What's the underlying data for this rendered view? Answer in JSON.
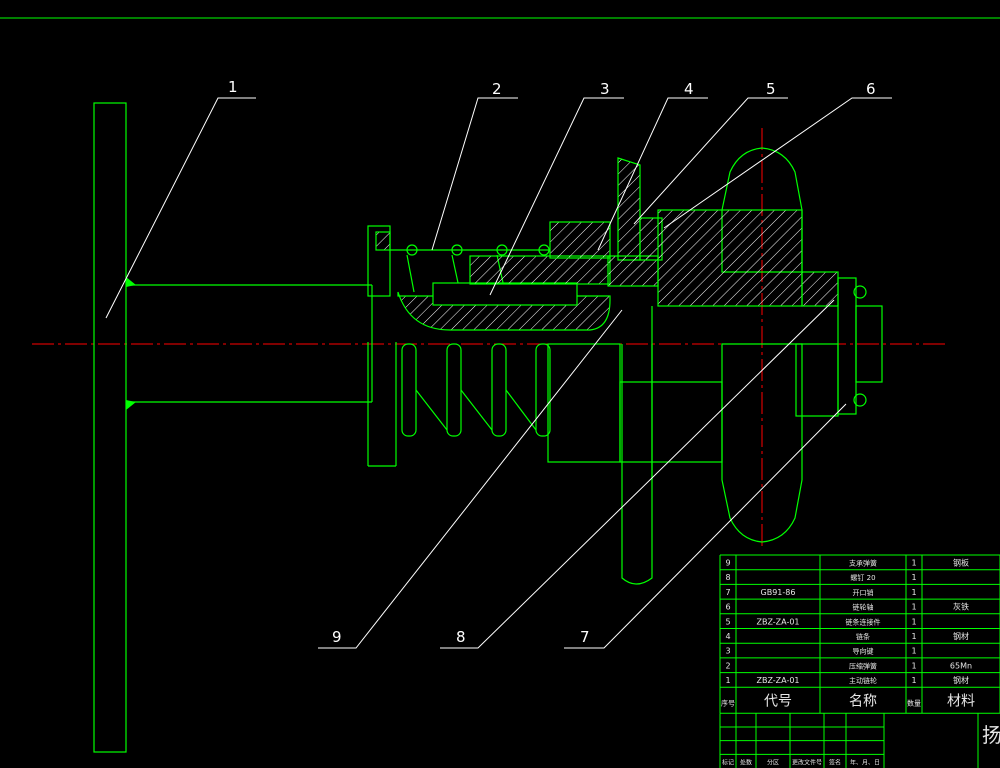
{
  "colors": {
    "background": "#000000",
    "part_outline": "#00ff00",
    "hatch": "#ffffff",
    "leader": "#ffffff",
    "centerline": "#ff0000",
    "titleblock": "#00ff00"
  },
  "callouts": [
    "1",
    "2",
    "3",
    "4",
    "5",
    "6",
    "7",
    "8",
    "9"
  ],
  "parts_list": {
    "rows": [
      {
        "no": "9",
        "code": "",
        "name": "支承弹簧",
        "qty": "1",
        "material": "钢板"
      },
      {
        "no": "8",
        "code": "",
        "name": "螺钉 20",
        "qty": "1",
        "material": ""
      },
      {
        "no": "7",
        "code": "GB91-86",
        "name": "开口销",
        "qty": "1",
        "material": ""
      },
      {
        "no": "6",
        "code": "",
        "name": "链轮轴",
        "qty": "1",
        "material": "灰铁"
      },
      {
        "no": "5",
        "code": "ZBZ-ZA-01",
        "name": "链条连接件",
        "qty": "1",
        "material": ""
      },
      {
        "no": "4",
        "code": "",
        "name": "链条",
        "qty": "1",
        "material": "钢材"
      },
      {
        "no": "3",
        "code": "",
        "name": "导向键",
        "qty": "1",
        "material": ""
      },
      {
        "no": "2",
        "code": "",
        "name": "压缩弹簧",
        "qty": "1",
        "material": "65Mn"
      },
      {
        "no": "1",
        "code": "ZBZ-ZA-01",
        "name": "主动链轮",
        "qty": "1",
        "material": "钢材"
      }
    ],
    "header": {
      "no": "序号",
      "code": "代号",
      "name": "名称",
      "qty": "数量",
      "material": "材料"
    },
    "footer_labels": [
      "标记",
      "处数",
      "分区",
      "更改文件号",
      "签名",
      "年、月、日"
    ],
    "title_fragment": "扬州"
  }
}
